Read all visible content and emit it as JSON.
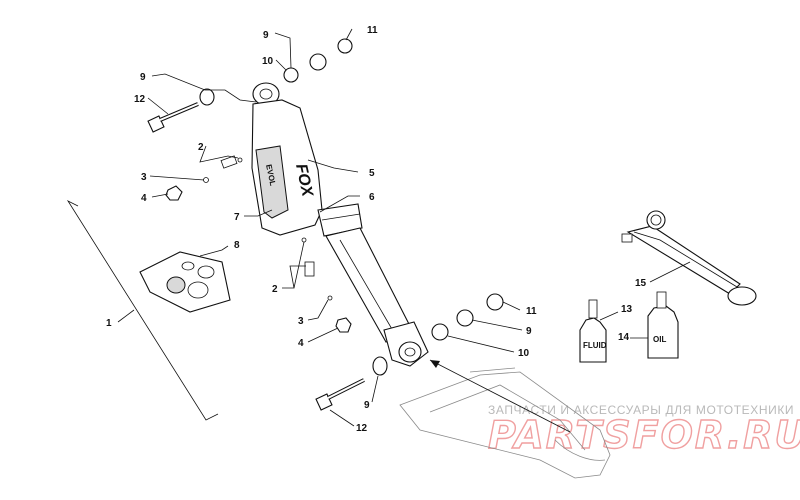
{
  "diagram": {
    "callouts": [
      {
        "id": "c1",
        "text": "1"
      },
      {
        "id": "c2a",
        "text": "2"
      },
      {
        "id": "c2b",
        "text": "2"
      },
      {
        "id": "c3a",
        "text": "3"
      },
      {
        "id": "c3b",
        "text": "3"
      },
      {
        "id": "c4a",
        "text": "4"
      },
      {
        "id": "c4b",
        "text": "4"
      },
      {
        "id": "c5",
        "text": "5"
      },
      {
        "id": "c6",
        "text": "6"
      },
      {
        "id": "c7",
        "text": "7"
      },
      {
        "id": "c8",
        "text": "8"
      },
      {
        "id": "c9a",
        "text": "9"
      },
      {
        "id": "c9b",
        "text": "9"
      },
      {
        "id": "c9c",
        "text": "9"
      },
      {
        "id": "c9d",
        "text": "9"
      },
      {
        "id": "c10a",
        "text": "10"
      },
      {
        "id": "c10b",
        "text": "10"
      },
      {
        "id": "c11a",
        "text": "11"
      },
      {
        "id": "c11b",
        "text": "11"
      },
      {
        "id": "c12a",
        "text": "12"
      },
      {
        "id": "c12b",
        "text": "12"
      },
      {
        "id": "c13",
        "text": "13"
      },
      {
        "id": "c14",
        "text": "14"
      },
      {
        "id": "c15",
        "text": "15"
      }
    ],
    "shock_brand": "FOX",
    "shock_model": "EVOL",
    "fluid_label": "FLUID",
    "oil_label": "OIL"
  },
  "watermark": {
    "tagline": "ЗАПЧАСТИ И АКСЕССУАРЫ ДЛЯ МОТОТЕХНИКИ",
    "logo": "PARTSFOR.RU"
  },
  "colors": {
    "line": "#111111",
    "shade": "#d9d9d9",
    "watermark_text": "#b9b9b9",
    "watermark_logo": "#f0a0a0"
  }
}
